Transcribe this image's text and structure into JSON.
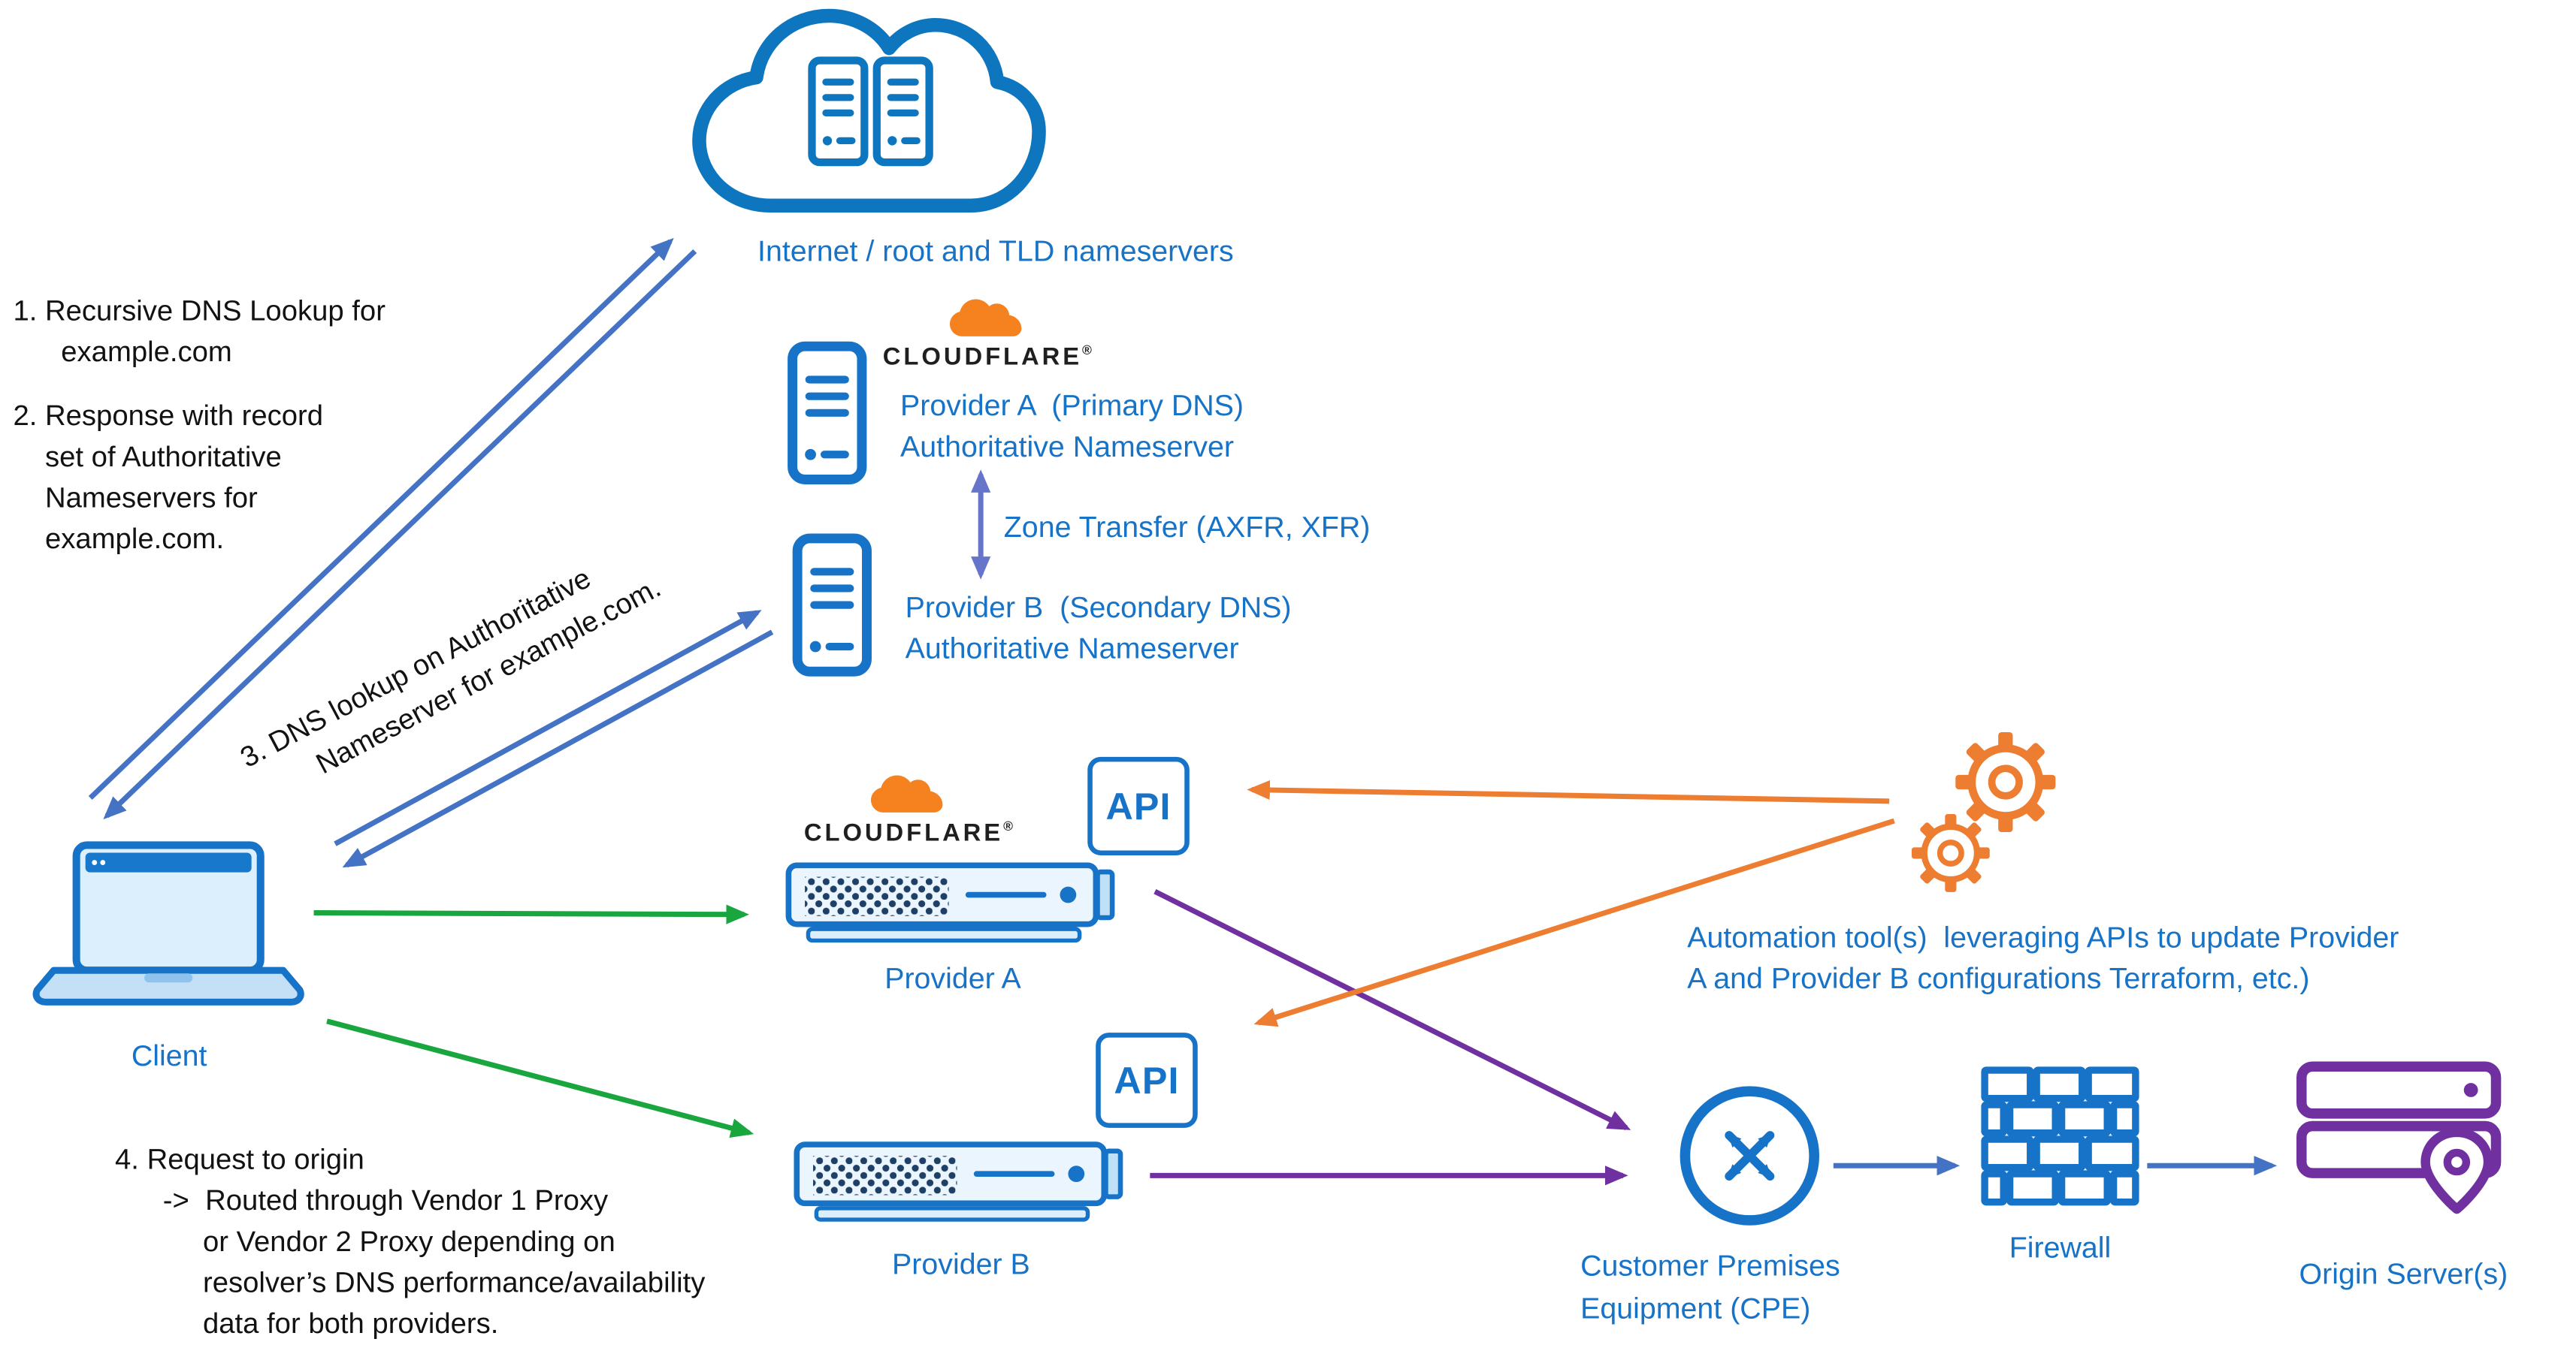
{
  "colors": {
    "blue": "#1673c7",
    "icon_blue": "#0e76bf",
    "arrow_blue": "#4472c4",
    "green": "#19a63e",
    "purple": "#7030a0",
    "orange": "#ed7d31",
    "zone_arrow": "#6674c9",
    "cloudflare_orange": "#f6821f"
  },
  "cloud": {
    "label": "Internet / root and TLD nameservers"
  },
  "cloudflare": {
    "wordmark": "CLOUDFLARE",
    "registered": "®"
  },
  "nameservers": {
    "provider_a": "Provider A  (Primary DNS)\nAuthoritative Nameserver",
    "provider_b": "Provider B  (Secondary DNS)\nAuthoritative Nameserver",
    "zone_transfer": "Zone Transfer (AXFR, XFR)"
  },
  "client": {
    "label": "Client"
  },
  "proxies": {
    "provider_a": "Provider A",
    "provider_b": "Provider B",
    "api": "API"
  },
  "automation": {
    "label": "Automation tool(s)  leveraging APIs to update Provider\nA and Provider B configurations Terraform, etc.)"
  },
  "edge": {
    "cpe": "Customer Premises\nEquipment (CPE)",
    "firewall": "Firewall",
    "origin": "Origin Server(s)"
  },
  "steps": {
    "step1": "1. Recursive DNS Lookup for\n      example.com",
    "step2": "2. Response with record\n    set of Authoritative\n    Nameservers for\n    example.com.",
    "step3": "3. DNS lookup on Authoritative\n        Nameserver for example.com.",
    "step4": "4. Request to origin\n      ->  Routed through Vendor 1 Proxy\n           or Vendor 2 Proxy depending on\n           resolver’s DNS performance/availability\n           data for both providers."
  }
}
